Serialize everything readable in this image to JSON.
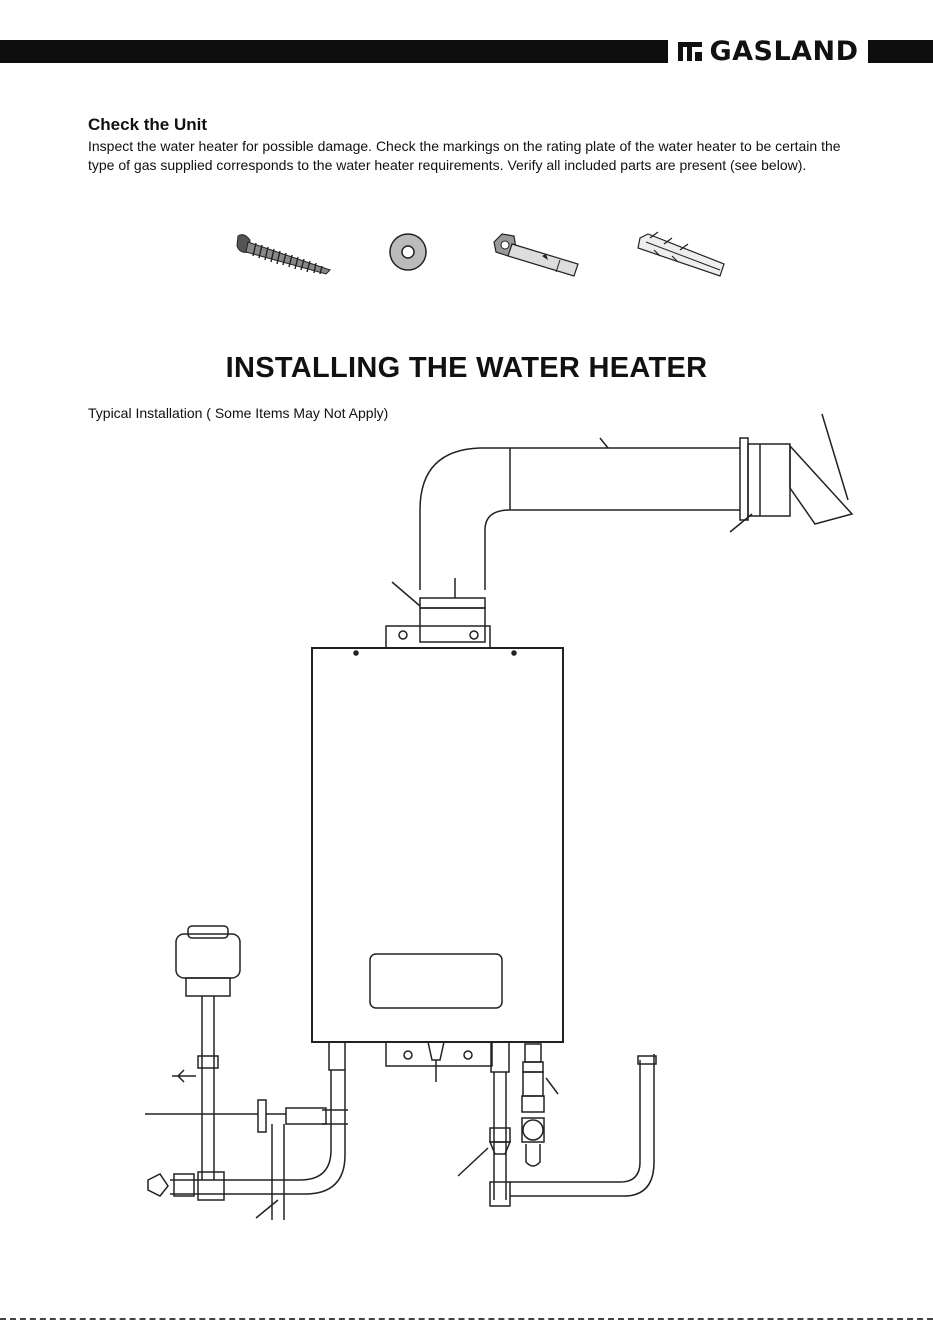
{
  "header": {
    "brand": "GASLAND",
    "logo_icon": "gasland-logo-mark"
  },
  "check_unit": {
    "title": "Check the Unit",
    "body": "Inspect the water heater for possible damage. Check the markings on the rating plate of the water heater to be certain the type of gas supplied corresponds to the water heater requirements. Verify all included parts are present (see below)."
  },
  "parts": [
    {
      "icon": "screw-icon"
    },
    {
      "icon": "washer-icon"
    },
    {
      "icon": "expansion-bolt-icon"
    },
    {
      "icon": "wall-anchor-icon"
    }
  ],
  "install": {
    "heading": "INSTALLING THE WATER HEATER",
    "caption": "Typical Installation ( Some Items May Not Apply)"
  }
}
